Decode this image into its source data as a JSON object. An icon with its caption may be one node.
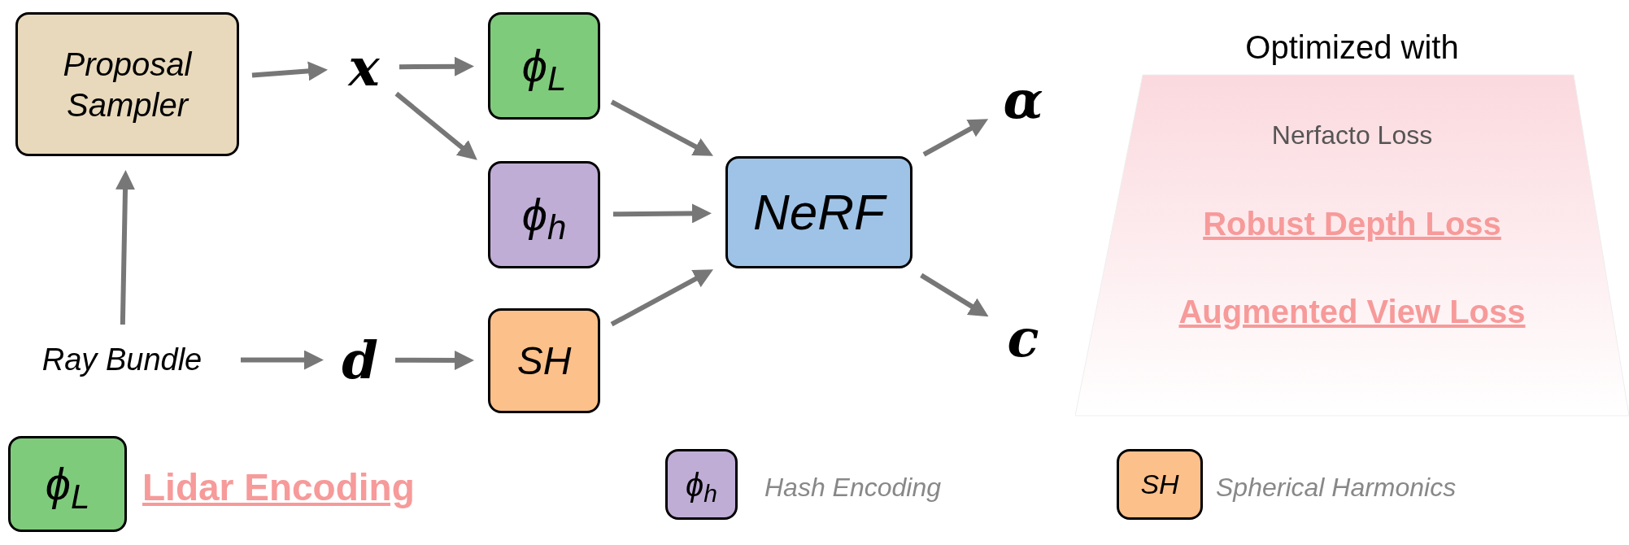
{
  "diagram": {
    "nodes": [
      {
        "text": [
          "Proposal Sampler"
        ]
      },
      {
        "text": [
          "x"
        ]
      },
      {
        "text": [
          "ϕ$_{L}$"
        ]
      },
      {
        "text": [
          "ϕ$_{h}$"
        ]
      },
      {
        "text": [
          "SH"
        ]
      },
      {
        "text": [
          "NeRF"
        ]
      },
      {
        "text": [
          "α"
        ]
      },
      {
        "text": [
          "c"
        ]
      },
      {
        "text": [
          "Ray Bundle"
        ]
      },
      {
        "text": [
          "d"
        ]
      },
      {
        "text": [
          "Optimized with",
          "Nerfacto Loss",
          "Robust Depth Loss",
          "Augmented View Loss"
        ]
      },
      {
        "text": [
          "ϕ$_{L}$"
        ],
        "beside": [
          "Lidar Encoding"
        ]
      },
      {
        "text": [
          "ϕ$_{h}$"
        ],
        "beside": [
          "Hash Encoding"
        ]
      },
      {
        "text": [
          "SH"
        ],
        "beside": [
          "Spherical Harmonics"
        ]
      }
    ],
    "edges": [
      {
        "from": 0,
        "to": 1,
        "arrow": "to"
      },
      {
        "from": 1,
        "to": 2,
        "arrow": "to"
      },
      {
        "from": 1,
        "to": 3,
        "arrow": "to"
      },
      {
        "from": 2,
        "to": 5,
        "arrow": "to"
      },
      {
        "from": 3,
        "to": 5,
        "arrow": "to"
      },
      {
        "from": 4,
        "to": 5,
        "arrow": "to"
      },
      {
        "from": 5,
        "to": 6,
        "arrow": "to"
      },
      {
        "from": 5,
        "to": 7,
        "arrow": "to"
      },
      {
        "from": 8,
        "to": 9,
        "arrow": "to"
      },
      {
        "from": 9,
        "to": 4,
        "arrow": "to"
      },
      {
        "from": 8,
        "to": 0,
        "arrow": "to"
      }
    ]
  }
}
